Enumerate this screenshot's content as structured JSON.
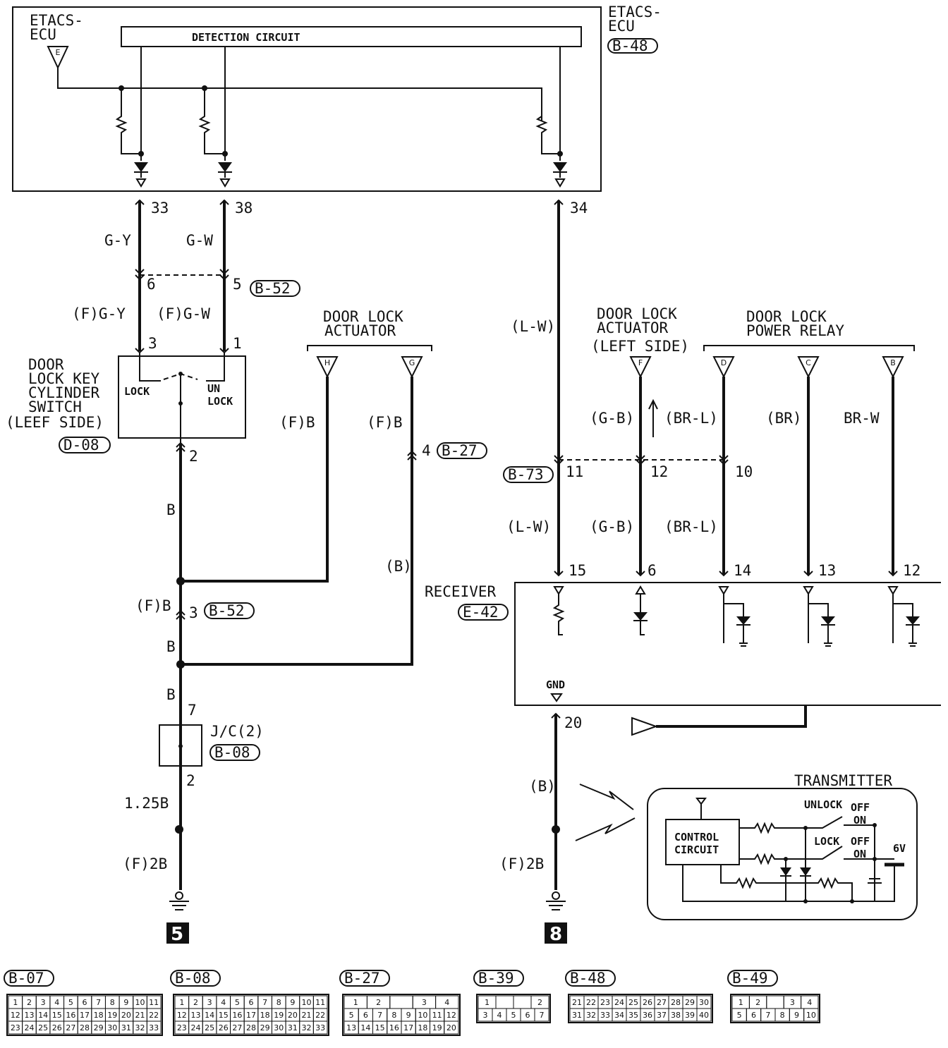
{
  "ecu": {
    "left_title_1": "ETACS-",
    "left_title_2": "ECU",
    "right_title_1": "ETACS-",
    "right_title_2": "ECU",
    "ref": "B-48",
    "detection_label": "DETECTION CIRCUIT",
    "terminal_e": "E",
    "pins": [
      "33",
      "38",
      "34"
    ]
  },
  "wires": {
    "g_y": "G-Y",
    "g_w": "G-W",
    "f_g_y": "(F)G-Y",
    "f_g_w": "(F)G-W",
    "l_w_top": "(L-W)",
    "l_w_bot": "(L-W)",
    "g_b_top": "(G-B)",
    "g_b_bot": "(G-B)",
    "br_l_top": "(BR-L)",
    "br_l_bot": "(BR-L)",
    "br": "(BR)",
    "br_w": "BR-W",
    "f_b_actuator_h": "(F)B",
    "f_b_actuator_g": "(F)B",
    "b_paren": "(B)",
    "b_1": "B",
    "f_b_jc": "(F)B",
    "b_2": "B",
    "b_3": "B",
    "b_125": "1.25B",
    "f_2b_left": "(F)2B",
    "b_paren_right": "(B)",
    "f_2b_right": "(F)2B"
  },
  "connectors": {
    "b52_top": "B-52",
    "b52_pin_6": "6",
    "b52_pin_5": "5",
    "b27": "B-27",
    "b27_pin": "4",
    "b52_mid": "B-52",
    "b52_mid_pin": "3",
    "b73": "B-73",
    "b73_pins": [
      "11",
      "12",
      "10"
    ],
    "b08": "B-08",
    "jc_label": "J/C(2)",
    "jc_pin_top": "7",
    "jc_pin_bot": "2"
  },
  "switch": {
    "name_lines": [
      "DOOR",
      "LOCK KEY",
      "CYLINDER",
      "SWITCH",
      "(LEEF SIDE)"
    ],
    "ref": "D-08",
    "lock": "LOCK",
    "unlock_1": "UN",
    "unlock_2": "LOCK",
    "pin_3": "3",
    "pin_1": "1",
    "pin_2": "2"
  },
  "actuator_right": {
    "title_1": "DOOR LOCK",
    "title_2": "ACTUATOR",
    "term_h": "H",
    "term_g": "G"
  },
  "actuator_left": {
    "title_1": "DOOR LOCK",
    "title_2": "ACTUATOR",
    "title_3": "(LEFT SIDE)",
    "term_f": "F"
  },
  "relay": {
    "title_1": "DOOR LOCK",
    "title_2": "POWER RELAY",
    "terms": [
      "D",
      "C",
      "B"
    ]
  },
  "receiver": {
    "title": "RECEIVER",
    "ref": "E-42",
    "pins": [
      "15",
      "6",
      "14",
      "13",
      "12"
    ],
    "gnd": "GND",
    "gnd_pin": "20"
  },
  "transmitter": {
    "title": "TRANSMITTER",
    "control_1": "CONTROL",
    "control_2": "CIRCUIT",
    "unlock": "UNLOCK",
    "lock": "LOCK",
    "off_1": "OFF",
    "on_1": "ON",
    "off_2": "OFF",
    "on_2": "ON",
    "volts": "6V"
  },
  "grounds": {
    "left": "5",
    "right": "8"
  },
  "connector_views": [
    {
      "label": "B-07",
      "rows": [
        [
          "1",
          "2",
          "3",
          "4",
          "5",
          "6",
          "7",
          "8",
          "9",
          "10",
          "11"
        ],
        [
          "12",
          "13",
          "14",
          "15",
          "16",
          "17",
          "18",
          "19",
          "20",
          "21",
          "22"
        ],
        [
          "23",
          "24",
          "25",
          "26",
          "27",
          "28",
          "29",
          "30",
          "31",
          "32",
          "33"
        ]
      ]
    },
    {
      "label": "B-08",
      "rows": [
        [
          "1",
          "2",
          "3",
          "4",
          "5",
          "6",
          "7",
          "8",
          "9",
          "10",
          "11"
        ],
        [
          "12",
          "13",
          "14",
          "15",
          "16",
          "17",
          "18",
          "19",
          "20",
          "21",
          "22"
        ],
        [
          "23",
          "24",
          "25",
          "26",
          "27",
          "28",
          "29",
          "30",
          "31",
          "32",
          "33"
        ]
      ]
    },
    {
      "label": "B-27",
      "rows": [
        [
          "1",
          "2",
          "",
          "3",
          "4"
        ],
        [
          "5",
          "6",
          "7",
          "8",
          "9",
          "10",
          "11",
          "12"
        ],
        [
          "13",
          "14",
          "15",
          "16",
          "17",
          "18",
          "19",
          "20"
        ]
      ]
    },
    {
      "label": "B-39",
      "rows": [
        [
          "1",
          "",
          "",
          "2"
        ],
        [
          "3",
          "4",
          "5",
          "6",
          "7"
        ]
      ]
    },
    {
      "label": "B-48",
      "rows": [
        [
          "21",
          "22",
          "23",
          "24",
          "25",
          "26",
          "27",
          "28",
          "29",
          "30"
        ],
        [
          "31",
          "32",
          "33",
          "34",
          "35",
          "36",
          "37",
          "38",
          "39",
          "40"
        ]
      ]
    },
    {
      "label": "B-49",
      "rows": [
        [
          "1",
          "2",
          "",
          "3",
          "4"
        ],
        [
          "5",
          "6",
          "7",
          "8",
          "9",
          "10"
        ]
      ]
    }
  ]
}
